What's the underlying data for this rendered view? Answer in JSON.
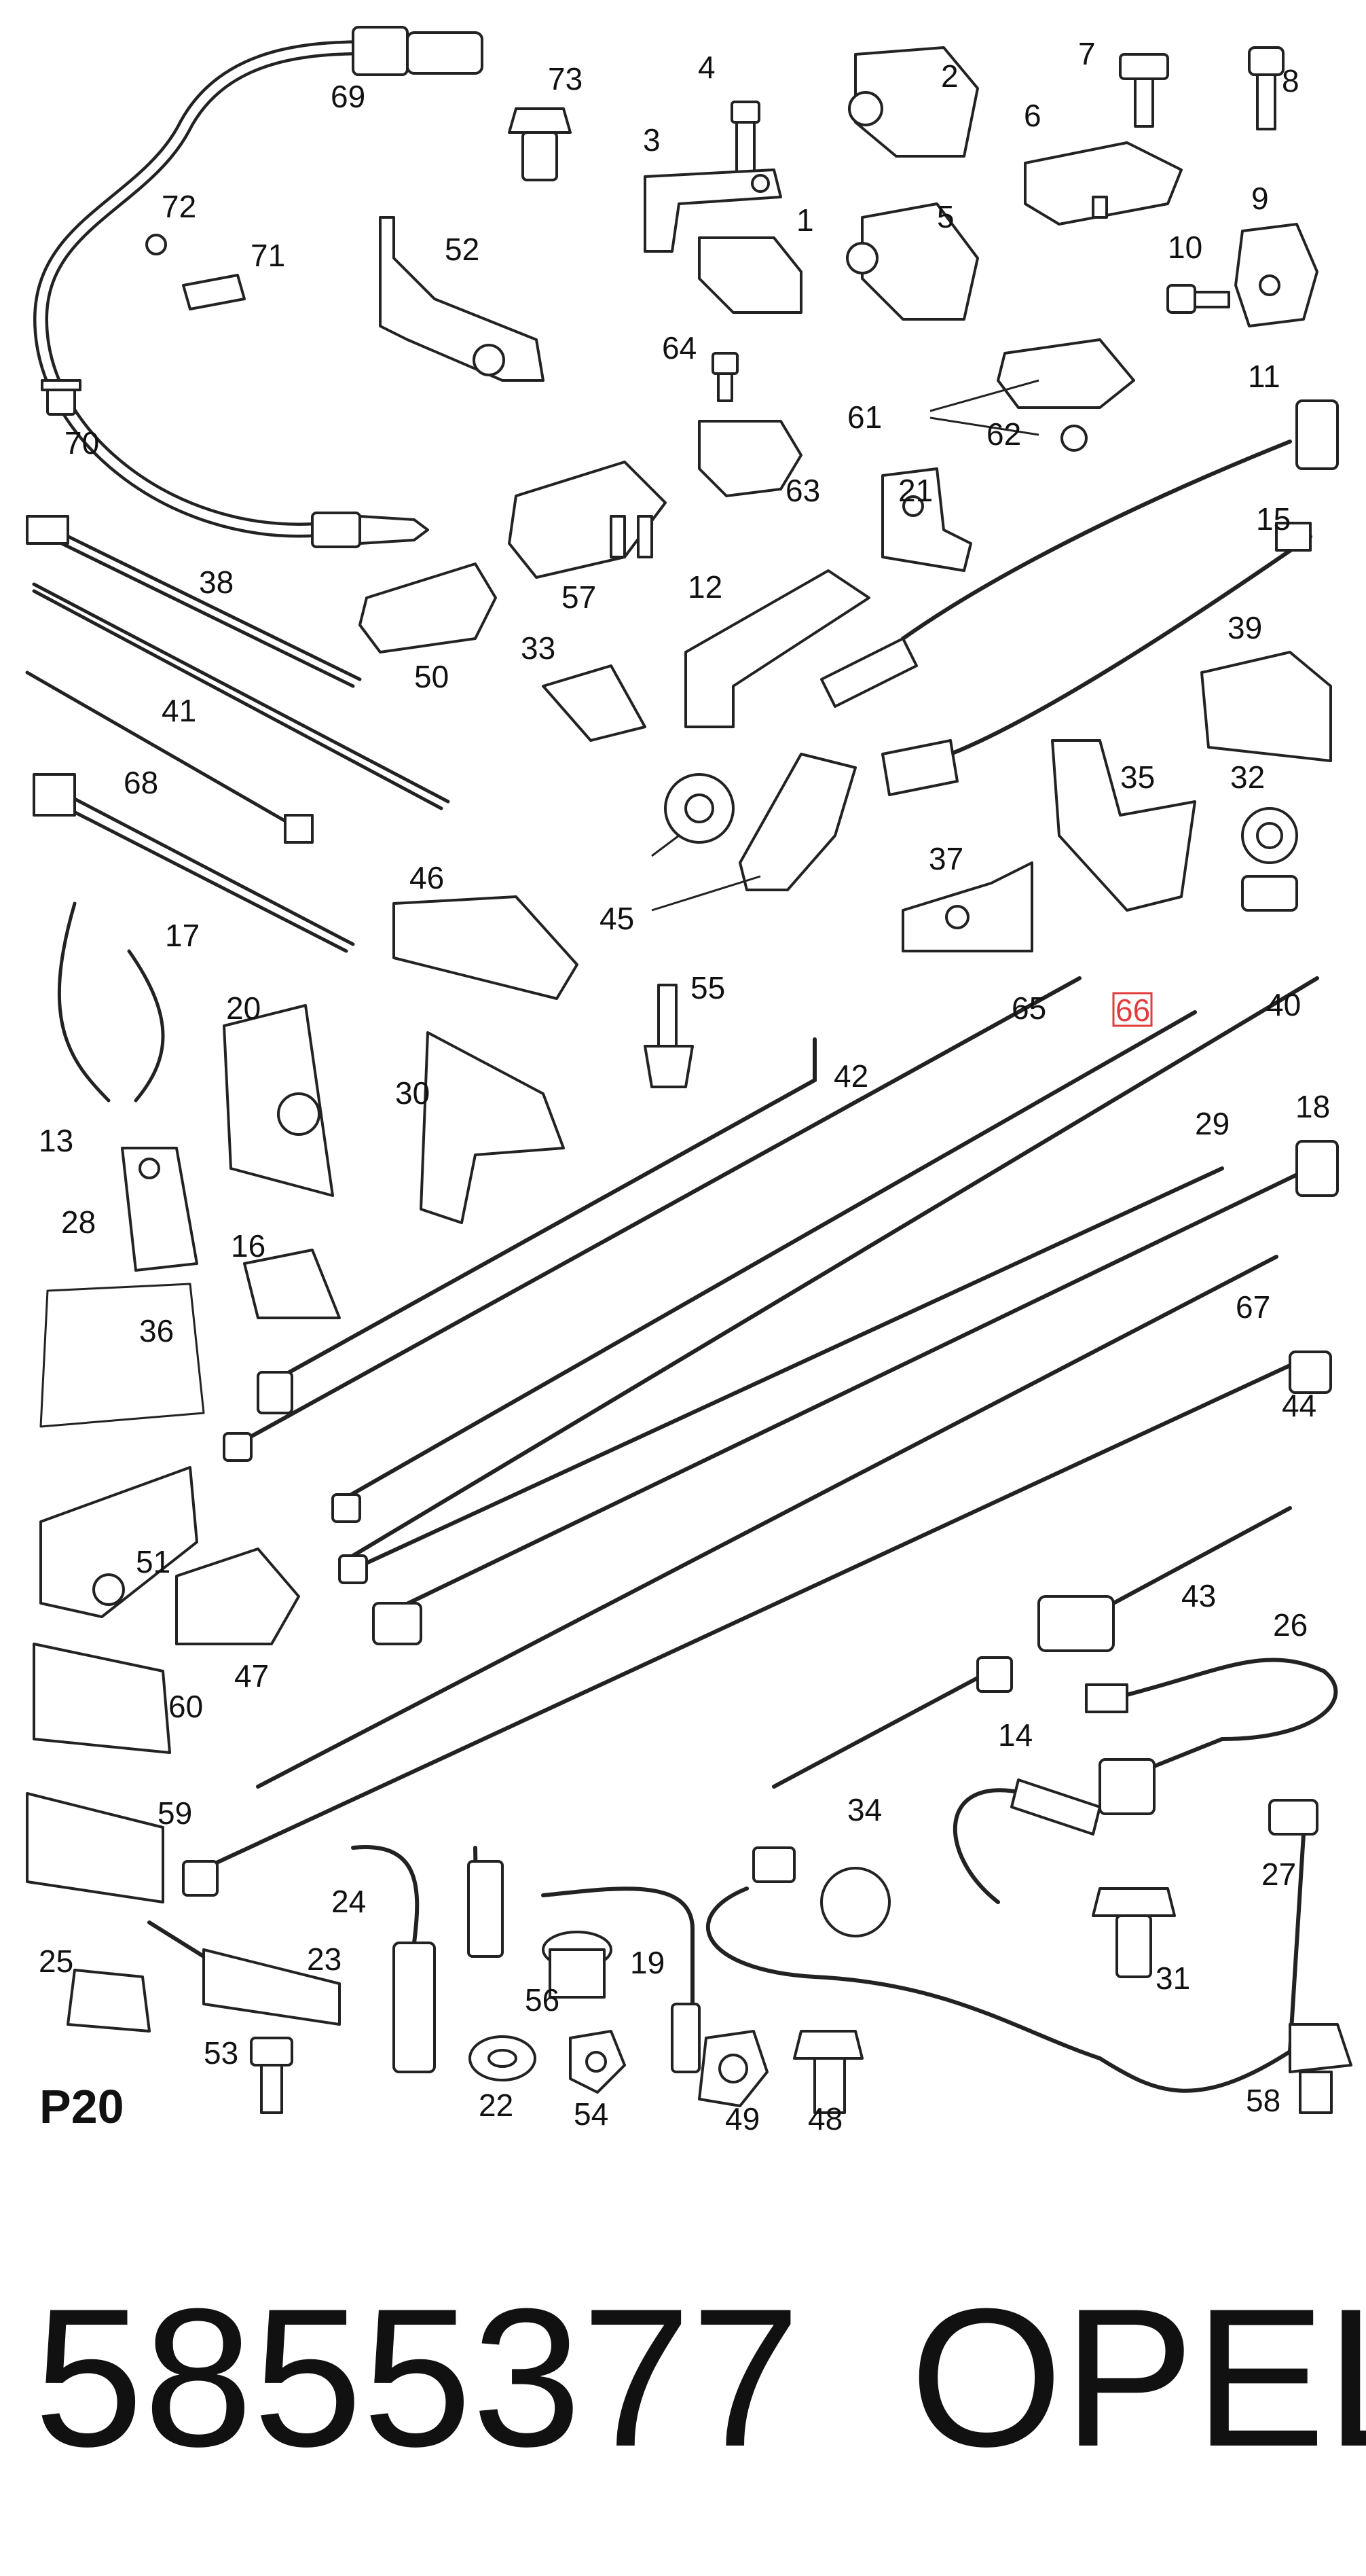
{
  "diagram": {
    "sheet_label": "P20",
    "part_number": "5855377",
    "brand": "OPEL",
    "highlighted": "66",
    "callouts": [
      "69",
      "73",
      "4",
      "2",
      "7",
      "8",
      "3",
      "1",
      "6",
      "5",
      "72",
      "71",
      "52",
      "9",
      "10",
      "11",
      "70",
      "64",
      "61",
      "62",
      "63",
      "21",
      "15",
      "38",
      "57",
      "12",
      "39",
      "50",
      "33",
      "41",
      "68",
      "45",
      "35",
      "32",
      "37",
      "46",
      "17",
      "55",
      "65",
      "66",
      "40",
      "20",
      "42",
      "30",
      "13",
      "18",
      "29",
      "28",
      "16",
      "36",
      "67",
      "44",
      "51",
      "43",
      "47",
      "26",
      "60",
      "59",
      "14",
      "34",
      "27",
      "24",
      "23",
      "31",
      "25",
      "19",
      "56",
      "53",
      "22",
      "54",
      "49",
      "48",
      "58"
    ],
    "icons": [
      "sensor-icon",
      "cable-icon",
      "bracket-icon",
      "bolt-icon",
      "clip-icon",
      "nut-icon",
      "cable-tie-icon"
    ]
  }
}
